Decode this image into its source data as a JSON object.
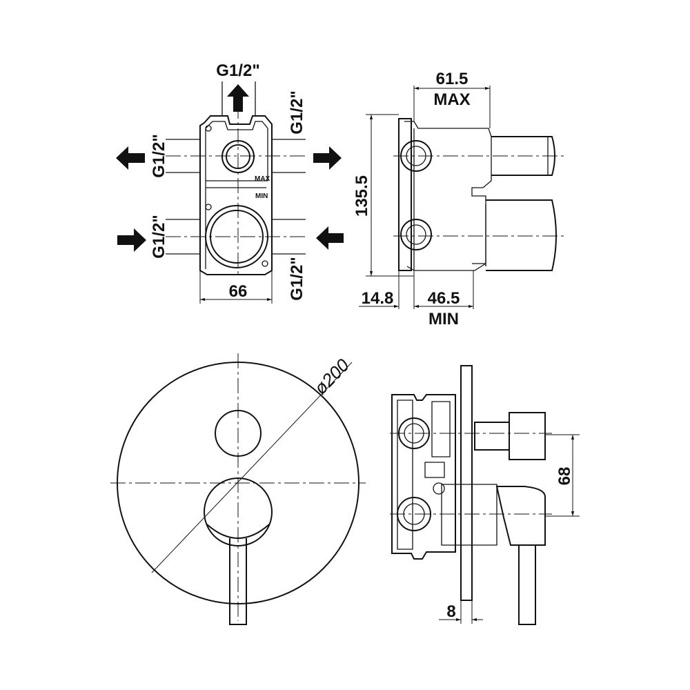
{
  "diagram": {
    "port_label": "G1/2\"",
    "max_mark": "MAX",
    "min_mark": "MIN",
    "dim_width": "66",
    "dim_depth_max": "61.5",
    "dim_depth_max_note": "MAX",
    "dim_height": "135.5",
    "dim_offset": "14.8",
    "dim_depth_min": "46.5",
    "dim_depth_min_note": "MIN",
    "dim_diameter": "ø200",
    "dim_spacing": "68",
    "dim_plate": "8"
  }
}
